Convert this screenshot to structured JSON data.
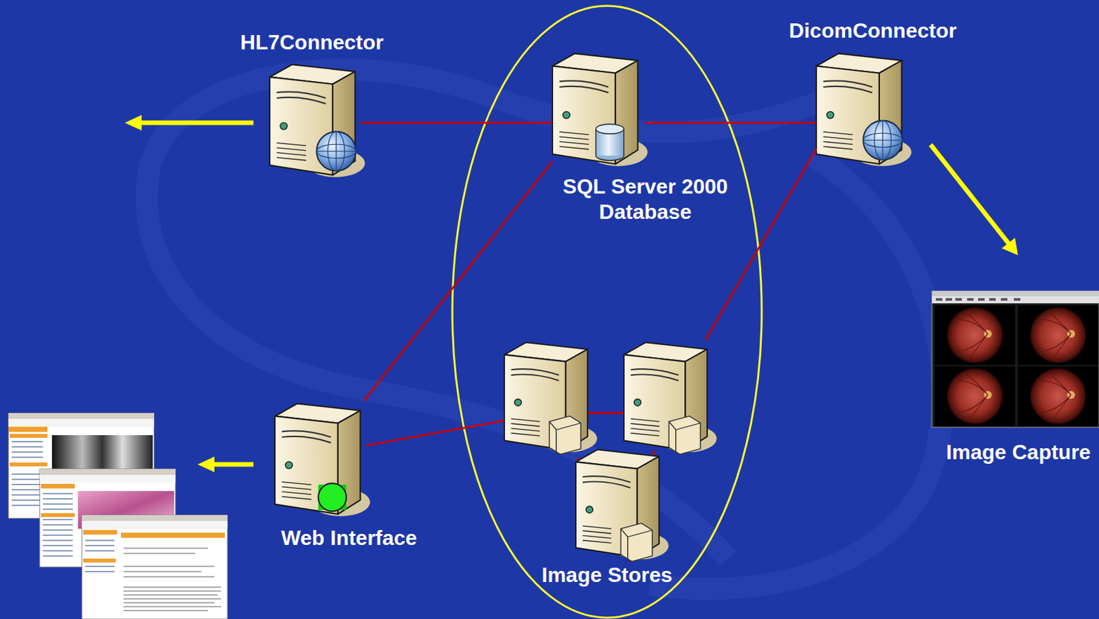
{
  "diagram": {
    "nodes": [
      {
        "text": [
          "HL7Connector"
        ]
      },
      {
        "text": [
          "SQL Server 2000 Database"
        ]
      },
      {
        "text": [
          "DicomConnector"
        ]
      },
      {
        "text": [
          "Web Interface"
        ]
      },
      {
        "text": [
          "Image Stores"
        ]
      },
      {
        "text": [
          "Image Capture"
        ]
      }
    ],
    "edges": [
      {
        "from": 0,
        "to": 1,
        "arrow": "none"
      },
      {
        "from": 1,
        "to": 2,
        "arrow": "none"
      },
      {
        "from": 1,
        "to": 3,
        "arrow": "none"
      },
      {
        "from": 2,
        "to": 4,
        "arrow": "none"
      },
      {
        "from": 3,
        "to": 4,
        "arrow": "none"
      },
      {
        "from": 2,
        "to": 5,
        "arrow": "to"
      }
    ]
  }
}
